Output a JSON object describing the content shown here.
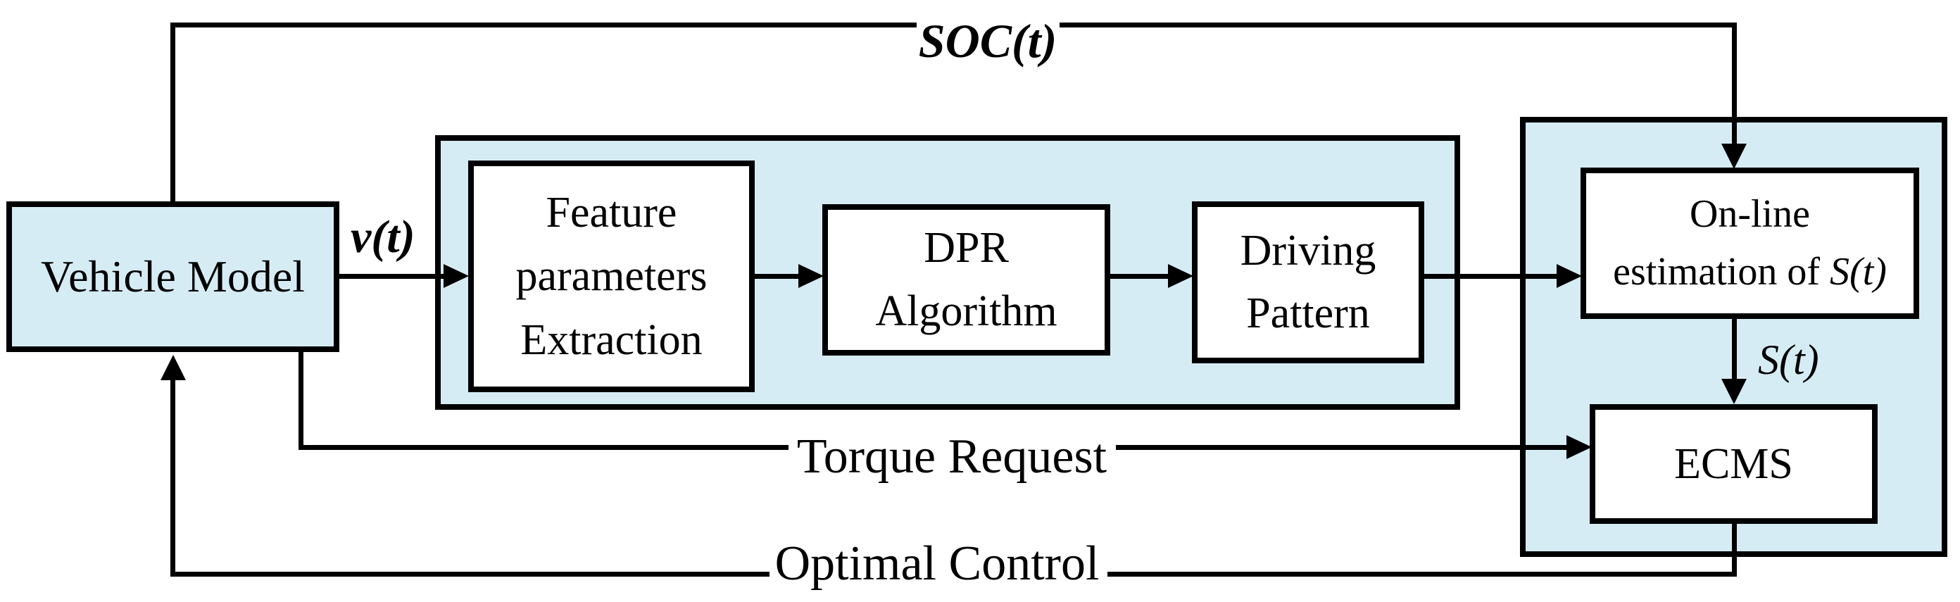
{
  "blocks": {
    "vehicle_model": {
      "label": "Vehicle Model"
    },
    "feature_extraction": {
      "line1": "Feature",
      "line2": "parameters",
      "line3": "Extraction"
    },
    "dpr_algorithm": {
      "line1": "DPR",
      "line2": "Algorithm"
    },
    "driving_pattern": {
      "line1": "Driving",
      "line2": "Pattern"
    },
    "online_estimation": {
      "line1": "On-line",
      "line2_prefix": "estimation of ",
      "line2_var": "S(t)"
    },
    "ecms": {
      "label": "ECMS"
    }
  },
  "signals": {
    "soc": "SOC(t)",
    "speed": "v(t)",
    "equivalence_factor": "S(t)",
    "torque": "Torque Request",
    "optimal": "Optimal Control"
  },
  "colors": {
    "module_fill": "#d6ecf5",
    "box_fill": "#ffffff",
    "line": "#000000",
    "text": "#000000"
  }
}
